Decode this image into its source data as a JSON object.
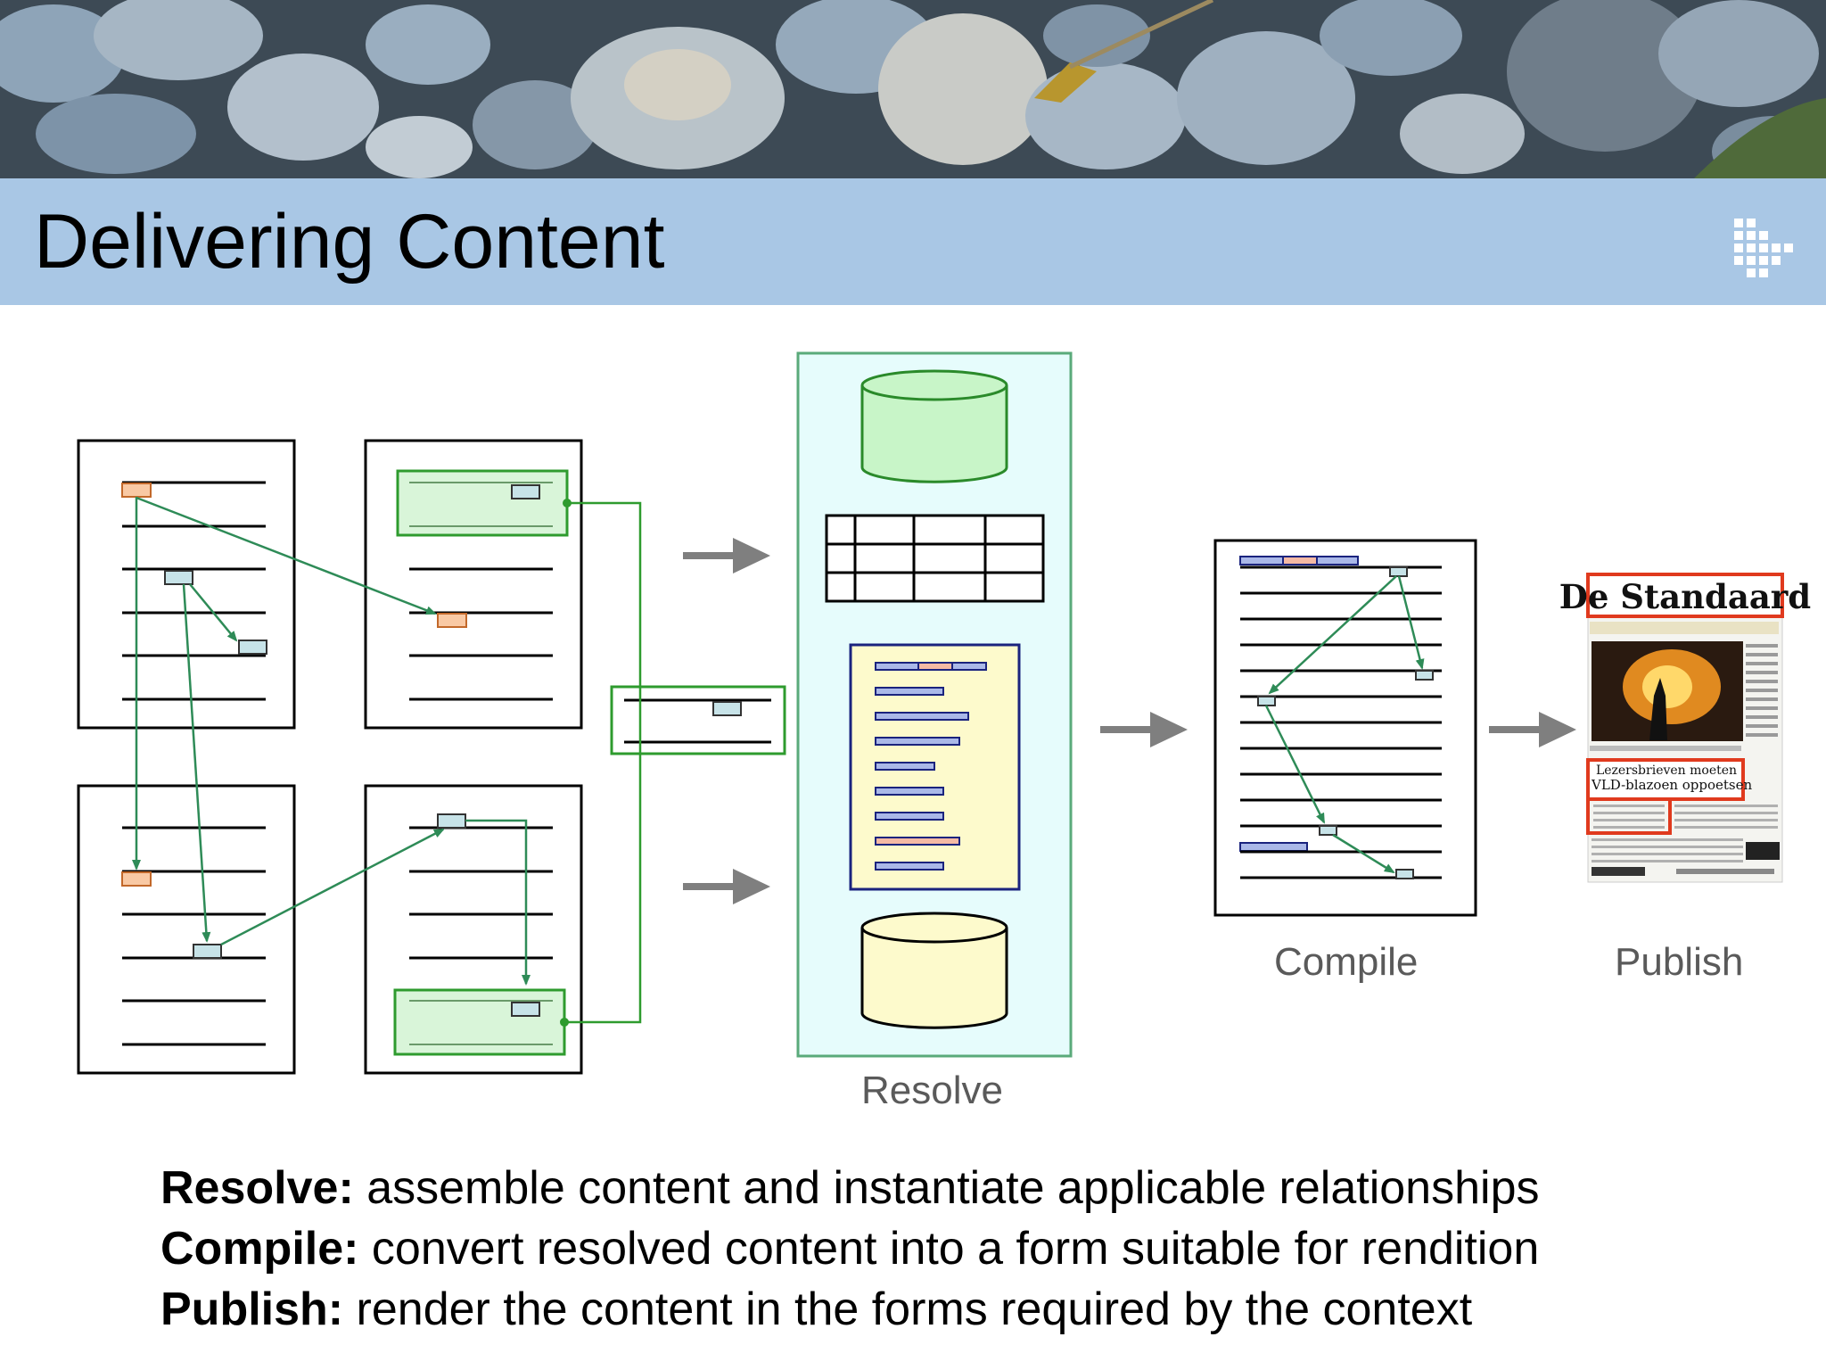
{
  "header": {
    "title": "Delivering Content"
  },
  "stages": {
    "resolve": "Resolve",
    "compile": "Compile",
    "publish": "Publish"
  },
  "newspaper": {
    "masthead": "De Standaard",
    "headline_line1": "Lezersbrieven moeten",
    "headline_line2": "VLD-blazoen oppoetsen"
  },
  "definitions": [
    {
      "term": "Resolve:",
      "text": " assemble content and instantiate applicable relationships"
    },
    {
      "term": "Compile:",
      "text": " convert resolved content into a form suitable for rendition"
    },
    {
      "term": "Publish:",
      "text": " render the content in the forms required by the context"
    }
  ],
  "colors": {
    "title_bar": "#a9c7e5",
    "link_green": "#2e8b57",
    "resolve_panel": "#e6fcfc",
    "db_green": "#c8f5c8",
    "db_yellow": "#fdfacc",
    "accent_red": "#e03a1e"
  }
}
